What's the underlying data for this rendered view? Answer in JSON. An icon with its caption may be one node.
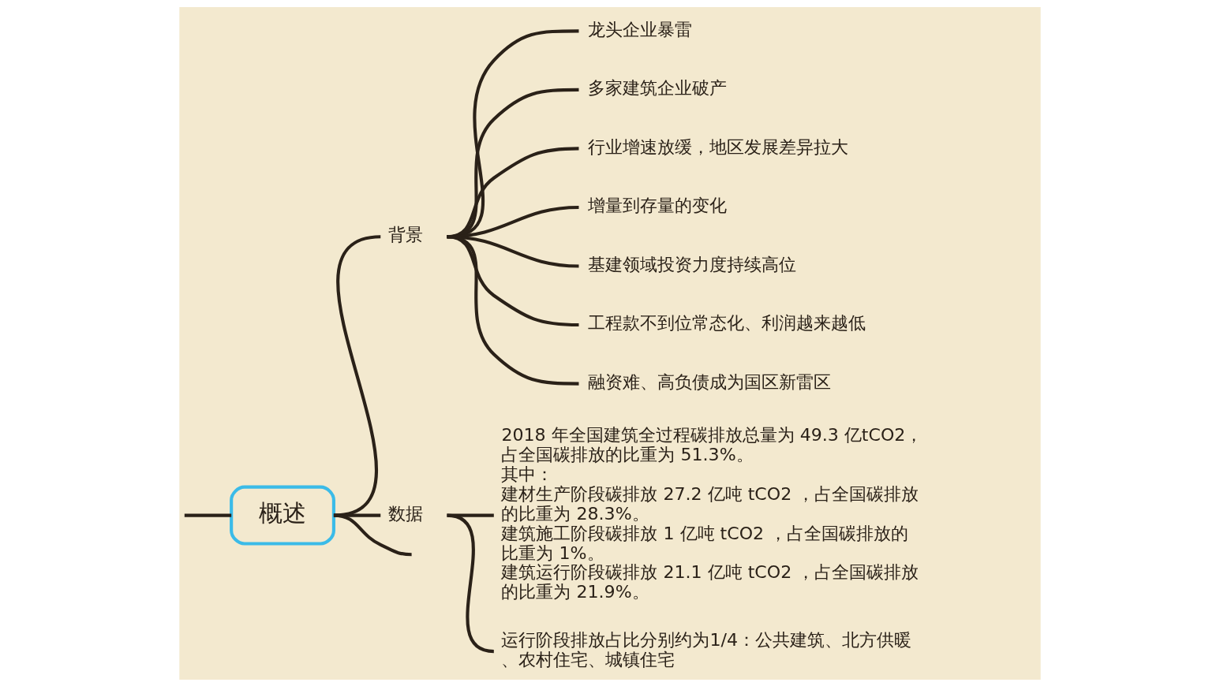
{
  "diagram": {
    "nodes": [
      {
        "text": [
          "概述"
        ]
      },
      {
        "text": [
          "背景"
        ]
      },
      {
        "text": [
          "龙头企业暴雷"
        ]
      },
      {
        "text": [
          "多家建筑企业破产"
        ]
      },
      {
        "text": [
          "行业增速放缓，地区发展差异拉大"
        ]
      },
      {
        "text": [
          "增量到存量的变化"
        ]
      },
      {
        "text": [
          "基建领域投资力度持续高位"
        ]
      },
      {
        "text": [
          "工程款不到位常态化、利润越来越低"
        ]
      },
      {
        "text": [
          "融资难、高负债成为国区新雷区"
        ]
      },
      {
        "text": [
          "数据"
        ]
      },
      {
        "text": [
          "2018 年全国建筑全过程碳排放总量为 49.3 亿tCO2，占全国碳排放的比重为 51.3%。",
          "其中：",
          "建材生产阶段碳排放 27.2 亿吨 tCO2 ，占全国碳排放的比重为 28.3%。",
          "建筑施工阶段碳排放 1 亿吨 tCO2 ，占全国碳排放的比重为 1%。",
          "建筑运行阶段碳排放 21.1 亿吨 tCO2 ，占全国碳排放的比重为 21.9%。"
        ]
      },
      {
        "text": [
          "运行阶段排放占比分别约为1/4：公共建筑、北方供暖、农村住宅、城镇住宅"
        ]
      }
    ],
    "edges": [
      {
        "from": null,
        "to": 0,
        "arrow": "none"
      },
      {
        "from": 0,
        "to": 1,
        "arrow": "none"
      },
      {
        "from": 1,
        "to": 2,
        "arrow": "none"
      },
      {
        "from": 1,
        "to": 3,
        "arrow": "none"
      },
      {
        "from": 1,
        "to": 4,
        "arrow": "none"
      },
      {
        "from": 1,
        "to": 5,
        "arrow": "none"
      },
      {
        "from": 1,
        "to": 6,
        "arrow": "none"
      },
      {
        "from": 1,
        "to": 7,
        "arrow": "none"
      },
      {
        "from": 1,
        "to": 8,
        "arrow": "none"
      },
      {
        "from": 0,
        "to": 9,
        "arrow": "none"
      },
      {
        "from": 9,
        "to": 10,
        "arrow": "none"
      },
      {
        "from": 9,
        "to": 11,
        "arrow": "none"
      },
      {
        "from": 0,
        "to": null,
        "arrow": "none"
      }
    ]
  }
}
